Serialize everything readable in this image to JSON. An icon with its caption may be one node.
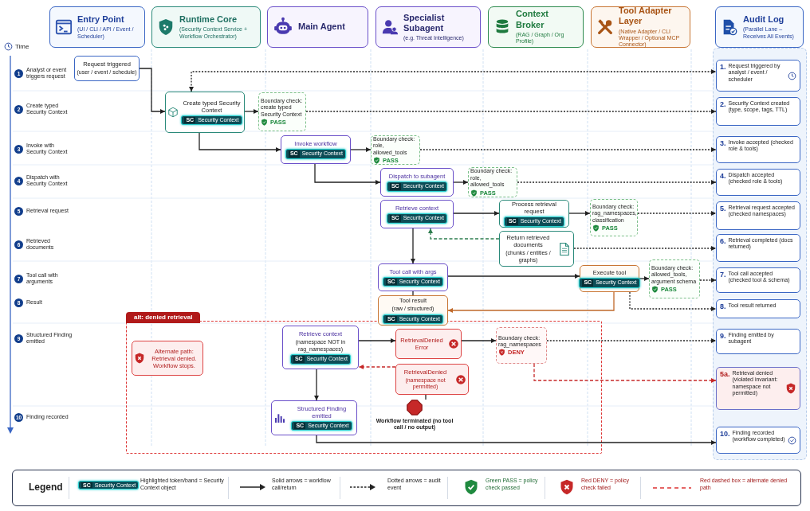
{
  "diagram": {
    "nodes": [
      {
        "text": [
          "Entry Point",
          "(UI / CLI / API / Event / Scheduler)"
        ]
      },
      {
        "text": [
          "Runtime Core",
          "(Security Context Service + Workflow Orchestrator)"
        ]
      },
      {
        "text": [
          "Main Agent"
        ]
      },
      {
        "text": [
          "Specialist Subagent",
          "(e.g. Threat Intelligence)"
        ]
      },
      {
        "text": [
          "Context Broker",
          "(RAG / Graph / Org Profile)"
        ]
      },
      {
        "text": [
          "Tool Adapter Layer",
          "(Native Adapter / CLI Wrapper / Optional MCP Connector)"
        ]
      },
      {
        "text": [
          "Audit Log",
          "(Parallel Lane – Receives All Events)"
        ]
      },
      {
        "text": [
          "Request triggered",
          "(user / event / schedule)"
        ]
      },
      {
        "text": [
          "Create typed Security Context",
          "SC",
          "Security Context"
        ]
      },
      {
        "text": [
          "Boundary check: create typed Security Context",
          "PASS"
        ]
      },
      {
        "text": [
          "Invoke workflow",
          "SC",
          "Security Context"
        ]
      },
      {
        "text": [
          "Boundary check: role, allowed_tools",
          "PASS"
        ]
      },
      {
        "text": [
          "Dispatch to subagent",
          "SC",
          "Security Context"
        ]
      },
      {
        "text": [
          "Boundary check: role, allowed_tools",
          "PASS"
        ]
      },
      {
        "text": [
          "Retrieve context",
          "SC",
          "Security Context"
        ]
      },
      {
        "text": [
          "Process retrieval request",
          "SC",
          "Security Context"
        ]
      },
      {
        "text": [
          "Boundary check: rag_namespaces, classification",
          "PASS"
        ]
      },
      {
        "text": [
          "Return retrieved documents",
          "(chunks / entities / graphs)"
        ]
      },
      {
        "text": [
          "Tool call with args",
          "SC",
          "Security Context"
        ]
      },
      {
        "text": [
          "Execute tool",
          "SC",
          "Security Context"
        ]
      },
      {
        "text": [
          "Boundary check: allowed_tools, argument schema",
          "PASS"
        ]
      },
      {
        "text": [
          "Tool result",
          "(raw / structured)",
          "SC",
          "Security Context"
        ]
      },
      {
        "text": [
          "alt: denied retrieval"
        ]
      },
      {
        "text": [
          "Alternate path: Retrieval denied. Workflow stops."
        ],
        "in": 22
      },
      {
        "text": [
          "Retrieve context",
          "(namespace NOT in rag_namespaces)",
          "SC",
          "Security Context"
        ],
        "in": 22
      },
      {
        "text": [
          "RetrievalDenied Error"
        ],
        "in": 22
      },
      {
        "text": [
          "Boundary check: rag_namespaces",
          "DENY"
        ],
        "in": 22
      },
      {
        "text": [
          "RetrievalDenied",
          "(namespace not permitted)"
        ],
        "in": 22
      },
      {
        "text": [
          "Workflow terminated (no tool call / no output)"
        ],
        "in": 22
      },
      {
        "text": [
          "Structured Finding emitted",
          "SC",
          "Security Context"
        ],
        "in": 22
      },
      {
        "text": [
          "1.",
          "Request triggered by analyst / event / scheduler"
        ]
      },
      {
        "text": [
          "2.",
          "Security Context created (type, scope, tags, TTL)"
        ]
      },
      {
        "text": [
          "3.",
          "Invoke accepted (checked role & tools)"
        ]
      },
      {
        "text": [
          "4.",
          "Dispatch accepted (checked role & tools)"
        ]
      },
      {
        "text": [
          "5.",
          "Retrieval request accepted (checked namespaces)"
        ]
      },
      {
        "text": [
          "6.",
          "Retrieval completed (docs returned)"
        ]
      },
      {
        "text": [
          "7.",
          "Tool call accepted (checked tool & schema)"
        ]
      },
      {
        "text": [
          "8.",
          "Tool result returned"
        ]
      },
      {
        "text": [
          "9.",
          "Finding emitted by subagent"
        ]
      },
      {
        "text": [
          "5a.",
          "Retrieval denied (violated invariant: namespace not permitted)"
        ]
      },
      {
        "text": [
          "10.",
          "Finding recorded (workflow completed)"
        ]
      }
    ],
    "edges": [
      {
        "from": 7,
        "to": 8,
        "arrow": "to"
      },
      {
        "from": 8,
        "to": 30,
        "arrow": "both",
        "style": "dashed"
      },
      {
        "from": 8,
        "to": 9,
        "arrow": "to"
      },
      {
        "from": 9,
        "to": 31,
        "arrow": "to",
        "style": "dashed"
      },
      {
        "from": 8,
        "to": 10,
        "arrow": "to"
      },
      {
        "from": 10,
        "to": 11,
        "arrow": "to"
      },
      {
        "from": 11,
        "to": 32,
        "arrow": "to",
        "style": "dashed"
      },
      {
        "from": 10,
        "to": 12,
        "arrow": "to"
      },
      {
        "from": 12,
        "to": 13,
        "arrow": "to"
      },
      {
        "from": 13,
        "to": 33,
        "arrow": "to",
        "style": "dashed"
      },
      {
        "from": 14,
        "to": 15,
        "arrow": "to"
      },
      {
        "from": 15,
        "to": 16,
        "arrow": "to"
      },
      {
        "from": 16,
        "to": 34,
        "arrow": "to",
        "style": "dashed"
      },
      {
        "from": 17,
        "to": 14,
        "arrow": "to",
        "style": "dashed",
        "color": "#2e7d4f"
      },
      {
        "from": 17,
        "to": 35,
        "arrow": "to",
        "style": "dashed"
      },
      {
        "from": 14,
        "to": 18,
        "arrow": "to"
      },
      {
        "from": 18,
        "to": 19,
        "arrow": "to"
      },
      {
        "from": 19,
        "to": 20,
        "arrow": "to"
      },
      {
        "from": 20,
        "to": 36,
        "arrow": "to",
        "style": "dashed"
      },
      {
        "from": 19,
        "to": 21,
        "arrow": "to",
        "color": "#c0692a"
      },
      {
        "from": 19,
        "to": 37,
        "arrow": "to",
        "style": "dashed"
      },
      {
        "from": 18,
        "to": 21,
        "arrow": "none"
      },
      {
        "from": 24,
        "to": 25,
        "arrow": "to"
      },
      {
        "from": 25,
        "to": 26,
        "arrow": "to"
      },
      {
        "from": 26,
        "to": 38,
        "arrow": "to",
        "style": "dashed"
      },
      {
        "from": 26,
        "to": 39,
        "arrow": "to",
        "style": "dashed",
        "color": "#c62828"
      },
      {
        "from": 27,
        "to": 24,
        "arrow": "to",
        "style": "dashed",
        "color": "#c62828"
      },
      {
        "from": 27,
        "to": 28,
        "arrow": "none"
      },
      {
        "from": 24,
        "to": 29,
        "arrow": "to"
      },
      {
        "from": 29,
        "to": 40,
        "arrow": "to"
      }
    ],
    "labels": [
      "Time",
      "1",
      "Analyst or event triggers request",
      "2",
      "Create typed Security Context",
      "3",
      "Invoke with Security Context",
      "4",
      "Dispatch with Security Context",
      "5",
      "Retrieval request",
      "6",
      "Retrieved documents",
      "7",
      "Tool call with arguments",
      "8",
      "Result",
      "9",
      "Structured Finding emitted",
      "10",
      "Finding recorded",
      "Legend",
      "SC",
      "Security Context"
    ],
    "legend": [
      {
        "text": "Highlighted token/band = Security Context object"
      },
      {
        "text": "Solid arrows = workflow call/return"
      },
      {
        "text": "Dotted arrows = audit event"
      },
      {
        "text": "Green PASS = policy check passed"
      },
      {
        "text": "Red DENY = policy check failed"
      },
      {
        "text": "Red dashed box = alternate denied path"
      }
    ]
  }
}
